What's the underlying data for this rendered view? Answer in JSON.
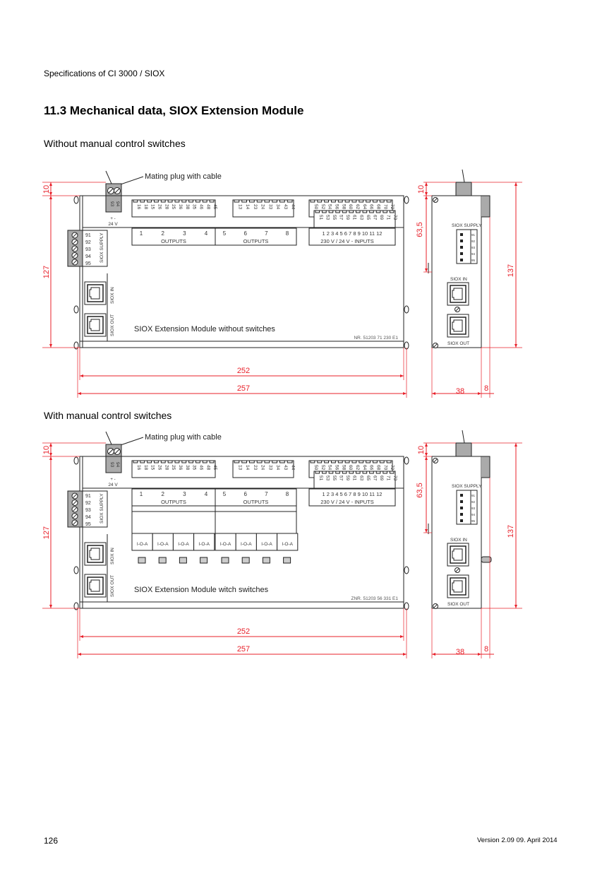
{
  "header": "Specifications of CI 3000 / SIOX",
  "title": "11.3  Mechanical data, SIOX Extension Module",
  "footer": {
    "page": "126",
    "version": "Version 2.09   09. April 2014"
  },
  "colors": {
    "dimension": "#e8202a",
    "plug": "#aaaaaa"
  },
  "drawings": [
    {
      "subtitle": "Without manual control switches",
      "plug_label": "Mating plug with cable",
      "plug_pins": [
        "93",
        "94"
      ],
      "plug_polarity": "+  -",
      "plug_voltage": "24 V",
      "strip1": [
        "16",
        "18",
        "15",
        "26",
        "28",
        "25",
        "36",
        "38",
        "35",
        "46",
        "48",
        "45"
      ],
      "strip2": [
        "13",
        "14",
        "23",
        "24",
        "33",
        "34",
        "43",
        "44"
      ],
      "strip3_top": [
        "50",
        "52",
        "54",
        "56",
        "58",
        "60",
        "62",
        "64",
        "66",
        "68",
        "70",
        "72"
      ],
      "strip3_bottom": [
        "51",
        "53",
        "55",
        "57",
        "59",
        "61",
        "63",
        "65",
        "67",
        "69",
        "71",
        "73"
      ],
      "outputs1": {
        "nums": [
          "1",
          "2",
          "3",
          "4"
        ],
        "label": "OUTPUTS"
      },
      "outputs2": {
        "nums": [
          "5",
          "6",
          "7",
          "8"
        ],
        "label": "OUTPUTS"
      },
      "inputs": {
        "nums": "1 2 3 4 5 6 7 8 9 10 11 12",
        "label": "230 V / 24 V - INPUTS"
      },
      "supply_pins": [
        "91",
        "92",
        "93",
        "94",
        "95"
      ],
      "supply_label": "SIOX SUPPLY",
      "siox_in": "SIOX IN",
      "siox_out": "SIOX OUT",
      "module_name": "SIOX Extension Module without switches",
      "part_no": "NR. 51203 71 230 E1",
      "switches": null,
      "dims": {
        "top": "10",
        "height": "127",
        "inner_width": "252",
        "outer_width": "257",
        "side_top": "10",
        "side_mid": "63,5",
        "side_height": "137",
        "depth": "38",
        "depth_extra": "8"
      },
      "side": {
        "supply": "SIOX SUPPLY",
        "in": "SIOX IN",
        "out": "SIOX OUT",
        "pins": [
          "91",
          "92",
          "93",
          "94",
          "95"
        ]
      }
    },
    {
      "subtitle": "With manual control switches",
      "plug_label": "Mating plug with cable",
      "plug_pins": [
        "93",
        "94"
      ],
      "plug_polarity": "+  -",
      "plug_voltage": "24 V",
      "strip1": [
        "16",
        "18",
        "15",
        "26",
        "28",
        "25",
        "36",
        "38",
        "35",
        "46",
        "48",
        "45"
      ],
      "strip2": [
        "13",
        "14",
        "23",
        "24",
        "33",
        "34",
        "43",
        "44"
      ],
      "strip3_top": [
        "50",
        "52",
        "54",
        "56",
        "58",
        "60",
        "62",
        "64",
        "66",
        "68",
        "70",
        "72"
      ],
      "strip3_bottom": [
        "51",
        "53",
        "55",
        "57",
        "59",
        "61",
        "63",
        "65",
        "67",
        "69",
        "71",
        "73"
      ],
      "outputs1": {
        "nums": [
          "1",
          "2",
          "3",
          "4"
        ],
        "label": "OUTPUTS"
      },
      "outputs2": {
        "nums": [
          "5",
          "6",
          "7",
          "8"
        ],
        "label": "OUTPUTS"
      },
      "inputs": {
        "nums": "1 2 3 4 5 6 7 8 9 10 11 12",
        "label": "230 V / 24 V - INPUTS"
      },
      "supply_pins": [
        "91",
        "92",
        "93",
        "94",
        "95"
      ],
      "supply_label": "SIOX SUPPLY",
      "siox_in": "SIOX IN",
      "siox_out": "SIOX OUT",
      "module_name": "SIOX Extension Module witch switches",
      "part_no": "ZNR. 51203 56 331 E1",
      "switches": [
        "I-O-A",
        "I-O-A",
        "I-O-A",
        "I-O-A",
        "I-O-A",
        "I-O-A",
        "I-O-A",
        "I-O-A"
      ],
      "dims": {
        "top": "10",
        "height": "127",
        "inner_width": "252",
        "outer_width": "257",
        "side_top": "10",
        "side_mid": "63,5",
        "side_height": "137",
        "depth": "38",
        "depth_extra": "8"
      },
      "side": {
        "supply": "SIOX SUPPLY",
        "in": "SIOX IN",
        "out": "SIOX OUT",
        "pins": [
          "91",
          "92",
          "93",
          "94",
          "95"
        ]
      }
    }
  ]
}
